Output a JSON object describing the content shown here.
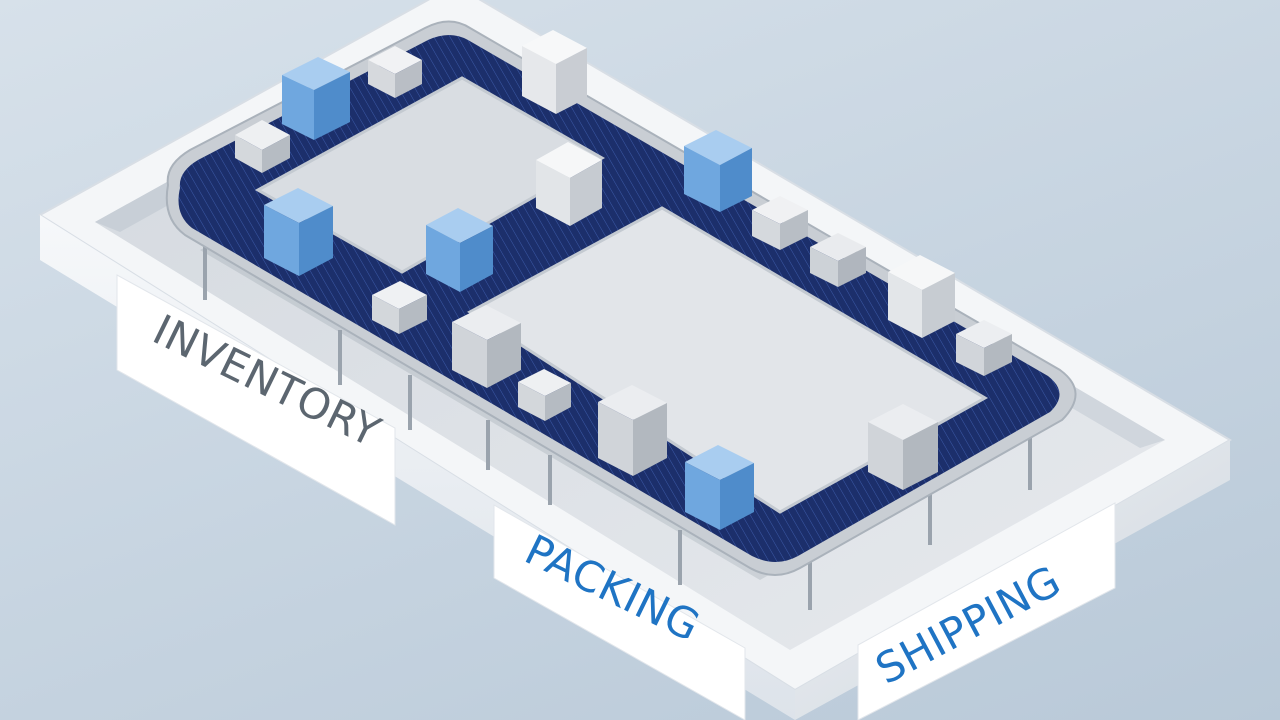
{
  "zones": [
    {
      "id": "inventory",
      "label": "INVENTORY",
      "color": "#5c6670"
    },
    {
      "id": "packing",
      "label": "PACKING",
      "color": "#1f74c4"
    },
    {
      "id": "shipping",
      "label": "SHIPPING",
      "color": "#1f74c4"
    }
  ],
  "colors": {
    "belt": "#1c2f6b",
    "rail": "#c9ced4",
    "tray_wall": "#f2f4f6",
    "tray_floor": "#dfe3e8",
    "box_blue": "#7fb3e6",
    "box_gray": "#e3e5e8"
  },
  "icons": [
    "conveyor-belt-icon",
    "package-box-icon"
  ]
}
